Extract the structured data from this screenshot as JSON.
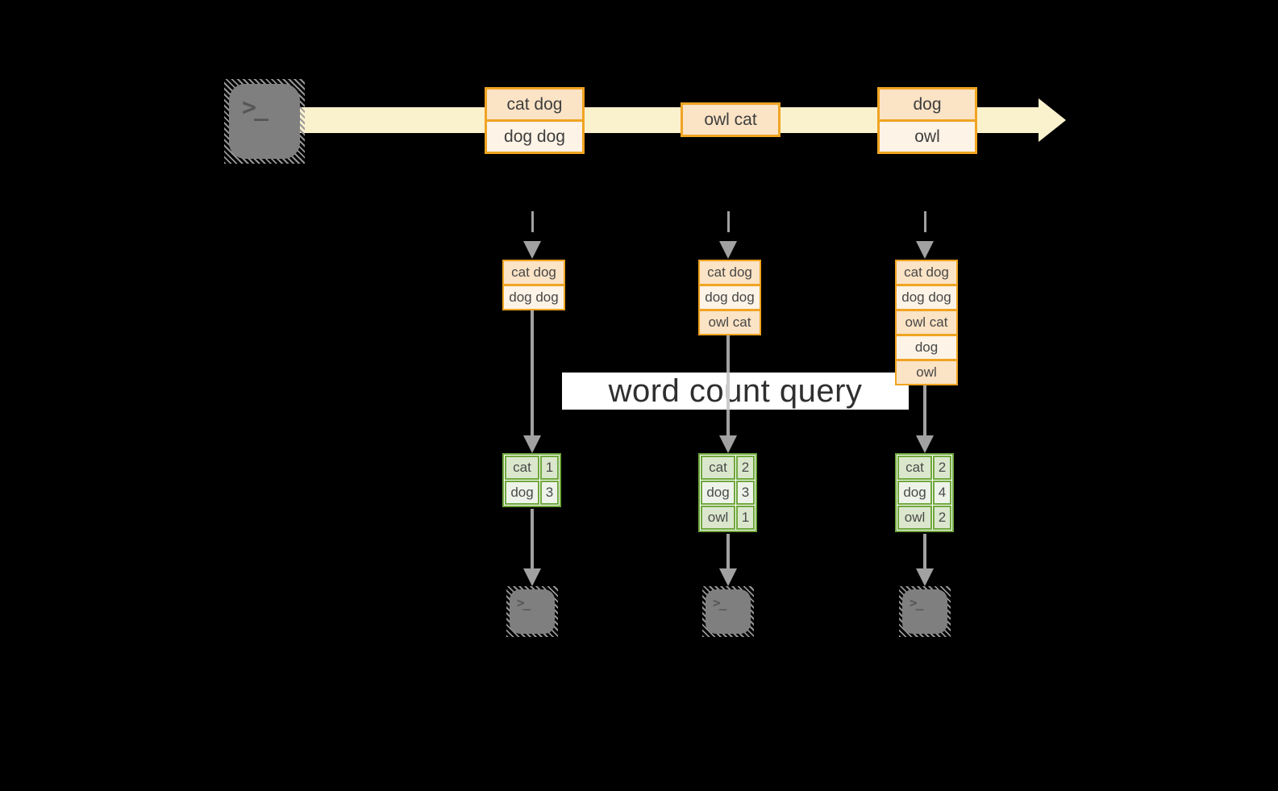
{
  "colors": {
    "stream_band": "#faf1cd",
    "event_box_border": "#f0a422",
    "event_fill_dark": "#fbe3c5",
    "event_fill_light": "#fdf3e6",
    "table_border": "#6fa83c",
    "table_row_dark": "#dbe7cd",
    "table_row_light": "#eef3e9",
    "arrow_gray": "#a1a1a1",
    "banner_bg": "#ffffff"
  },
  "source": {
    "icon": "terminal-icon",
    "glyph": ">_"
  },
  "stream": {
    "events": [
      {
        "lines": [
          "cat dog",
          "dog dog"
        ]
      },
      {
        "lines": [
          "owl cat"
        ]
      },
      {
        "lines": [
          "dog",
          "owl"
        ]
      }
    ]
  },
  "query_banner": {
    "label": "word count query"
  },
  "columns": [
    {
      "buffer": [
        "cat dog",
        "dog dog"
      ],
      "counts": [
        {
          "word": "cat",
          "value": "1"
        },
        {
          "word": "dog",
          "value": "3"
        }
      ],
      "sink_glyph": ">_"
    },
    {
      "buffer": [
        "cat dog",
        "dog dog",
        "owl cat"
      ],
      "counts": [
        {
          "word": "cat",
          "value": "2"
        },
        {
          "word": "dog",
          "value": "3"
        },
        {
          "word": "owl",
          "value": "1"
        }
      ],
      "sink_glyph": ">_"
    },
    {
      "buffer": [
        "cat dog",
        "dog dog",
        "owl cat",
        "dog",
        "owl"
      ],
      "counts": [
        {
          "word": "cat",
          "value": "2"
        },
        {
          "word": "dog",
          "value": "4"
        },
        {
          "word": "owl",
          "value": "2"
        }
      ],
      "sink_glyph": ">_"
    }
  ]
}
